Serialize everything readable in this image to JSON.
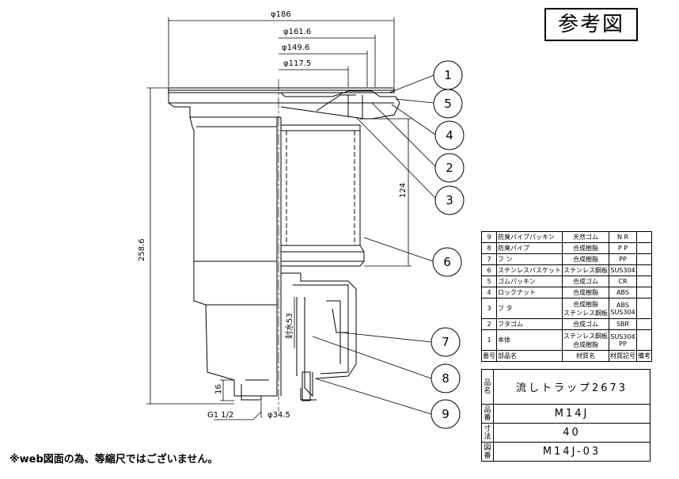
{
  "badge": "参考図",
  "note": "※web図面の為、等縮尺ではございません。",
  "dimensions": {
    "d186": "φ186",
    "d161_6": "φ161.6",
    "d149_6": "φ149.6",
    "d117_5": "φ117.5",
    "h258_6": "258.6",
    "h124": "124",
    "seal": "封水53",
    "h16": "16",
    "thread": "G1 1/2",
    "d34_5": "φ34.5"
  },
  "callouts": [
    "1",
    "5",
    "4",
    "2",
    "3",
    "6",
    "7",
    "8",
    "9"
  ],
  "parts": [
    {
      "no": "9",
      "name": "防臭パイプパッキン",
      "material": [
        "天然ゴム"
      ],
      "code": [
        "N R"
      ]
    },
    {
      "no": "8",
      "name": "防臭パイプ",
      "material": [
        "合成樹脂"
      ],
      "code": [
        "P P"
      ]
    },
    {
      "no": "7",
      "name": "フ ン",
      "material": [
        "合成樹脂"
      ],
      "code": [
        "PP"
      ]
    },
    {
      "no": "6",
      "name": "ステンレスバスケット",
      "material": [
        "ステンレス鋼板"
      ],
      "code": [
        "SUS304"
      ]
    },
    {
      "no": "5",
      "name": "ゴムパッキン",
      "material": [
        "合成ゴム"
      ],
      "code": [
        "CR"
      ]
    },
    {
      "no": "4",
      "name": "ロックナット",
      "material": [
        "合成樹脂"
      ],
      "code": [
        "ABS"
      ]
    },
    {
      "no": "3",
      "name": "フ タ",
      "material": [
        "合成樹脂",
        "ステンレス鋼板"
      ],
      "code": [
        "ABS",
        "SUS304"
      ]
    },
    {
      "no": "2",
      "name": "フタゴム",
      "material": [
        "合成ゴム"
      ],
      "code": [
        "SBR"
      ]
    },
    {
      "no": "1",
      "name": "本体",
      "material": [
        "ステンレス鋼板",
        "合成樹脂"
      ],
      "code": [
        "SUS304",
        "PP"
      ]
    }
  ],
  "parts_header": {
    "no": "番号",
    "name": "部品名",
    "material": "材質名",
    "code": "材質記号",
    "remark": "備考"
  },
  "info": {
    "product_label": "品名",
    "product_value": "流しトラップ2673",
    "number_label": "品番",
    "number_value": "M14J",
    "size_label": "寸法",
    "size_value": "40",
    "drawing_label": "図番",
    "drawing_value": "M14J-03"
  }
}
